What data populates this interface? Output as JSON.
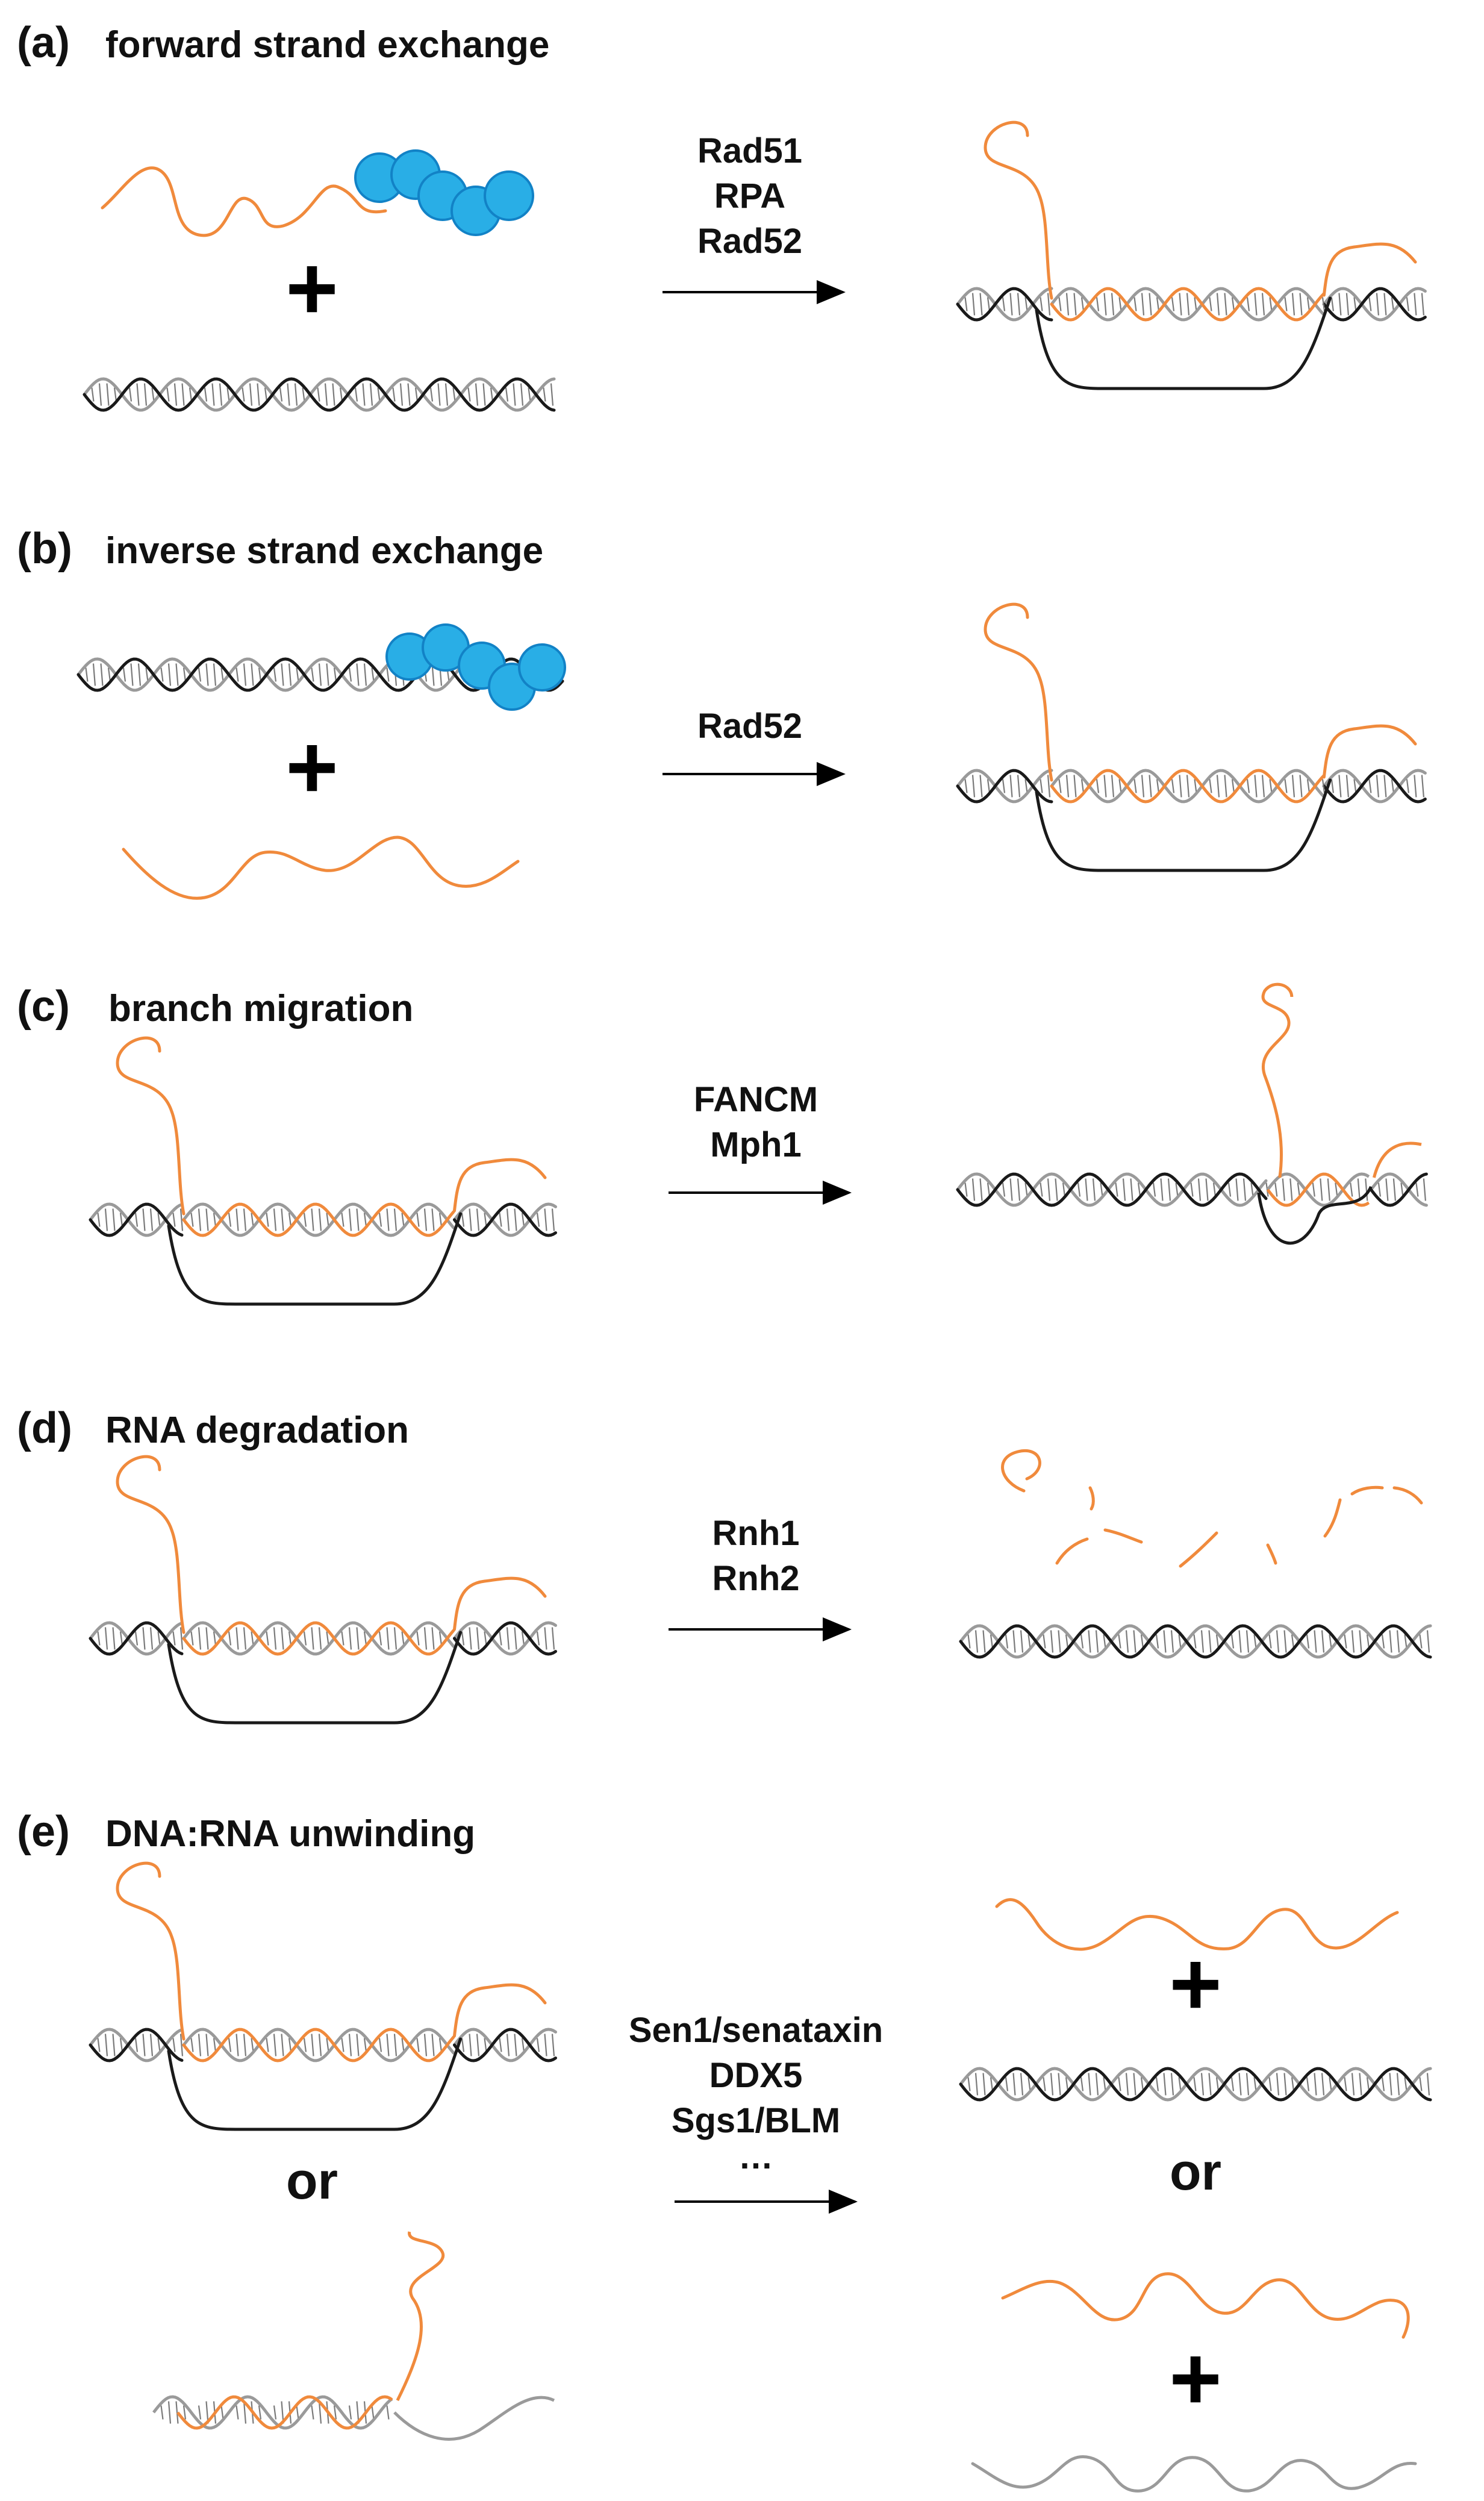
{
  "colors": {
    "rna": "#f08a3c",
    "dna_dark": "#1a1a1a",
    "dna_light": "#9a9a9a",
    "protein": "#29aee6",
    "protein_stroke": "#1282c6"
  },
  "plus_sign": "+",
  "panels": {
    "a": {
      "letter": "(a)",
      "title": "forward strand exchange",
      "enzymes": [
        "Rad51",
        "RPA",
        "Rad52"
      ]
    },
    "b": {
      "letter": "(b)",
      "title": "inverse strand exchange",
      "enzymes": [
        "Rad52"
      ]
    },
    "c": {
      "letter": "(c)",
      "title": "branch migration",
      "enzymes": [
        "FANCM",
        "Mph1"
      ]
    },
    "d": {
      "letter": "(d)",
      "title": "RNA degradation",
      "enzymes": [
        "Rnh1",
        "Rnh2"
      ]
    },
    "e": {
      "letter": "(e)",
      "title": "DNA:RNA unwinding",
      "enzymes": [
        "Sen1/senataxin",
        "DDX5",
        "Sgs1/BLM"
      ],
      "ellipsis": "…",
      "or_word": "or"
    }
  }
}
